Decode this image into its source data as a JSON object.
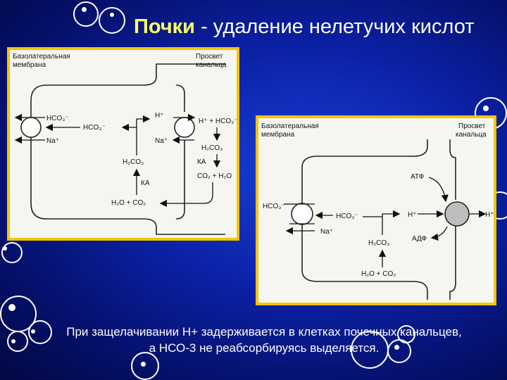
{
  "title": {
    "bold": "Почки",
    "rest": " - удаление нелетучих кислот"
  },
  "left_diagram": {
    "basolateral_label_1": "Базолатеральная",
    "basolateral_label_2": "мембрана",
    "lumen_label_1": "Просвет",
    "lumen_label_2": "канальца",
    "hco3_out": "HCO₃⁻",
    "na_out": "Na⁺",
    "hco3_cell": "HCO₃⁻",
    "h_cell": "H⁺",
    "na_cell": "Na⁺",
    "h_plus_hco3": "H⁺ + HCO₃⁻",
    "h2co3_lumen": "H₂CO₃",
    "ka_lumen": "КА",
    "co2_h2o": "CO₂ + H₂O",
    "h2co3_cell": "H₂CO₃",
    "ka_cell": "КА",
    "h2o_co2": "H₂O + CO₂"
  },
  "right_diagram": {
    "basolateral_label_1": "Базолатеральная",
    "basolateral_label_2": "мембрана",
    "lumen_label_1": "Просвет",
    "lumen_label_2": "канальца",
    "hco3_out": "HCO₃⁻",
    "na_out": "Na⁺",
    "hco3_cell": "HCO₃⁻",
    "h_cell": "H⁺",
    "atp": "АТФ",
    "adp": "АДФ",
    "h_lumen": "H⁺",
    "h2co3": "H₂CO₃",
    "h2o_co2": "H₂O + CO₂"
  },
  "caption": {
    "line1": "При защелачивании Н+ задерживается в клетках почечных канальцев,",
    "line2": "а НСО-3 не реабсорбируясь выделяется."
  }
}
